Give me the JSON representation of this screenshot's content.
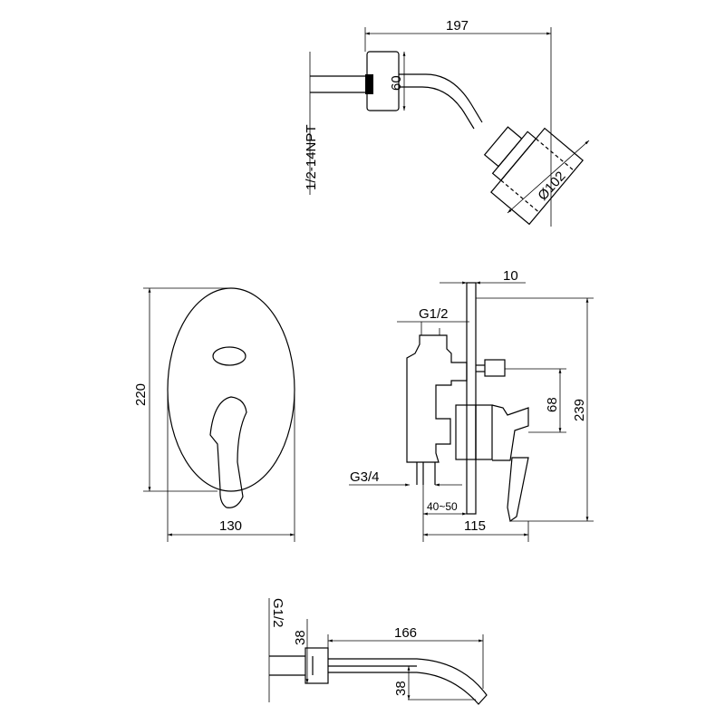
{
  "shower_head": {
    "width": "197",
    "flange": "60",
    "thread": "1/2-14NPT",
    "diameter": "Ø102"
  },
  "front_view": {
    "height": "220",
    "width": "130"
  },
  "side_view": {
    "plate": "10",
    "inlet": "G1/2",
    "outlet_spacing": "68",
    "height": "239",
    "outlet": "G3/4",
    "depth_range": "40~50",
    "depth": "115"
  },
  "spout": {
    "thread": "G1/2",
    "flange": "38",
    "length": "166",
    "drop": "38"
  },
  "colors": {
    "line": "#000000",
    "background": "#ffffff"
  }
}
